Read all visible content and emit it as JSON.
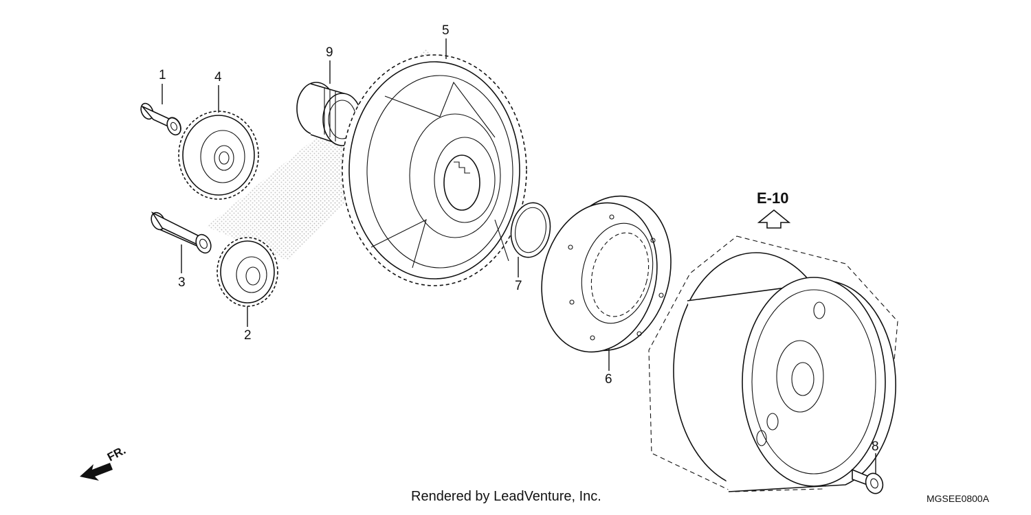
{
  "diagram": {
    "callouts": [
      "1",
      "2",
      "3",
      "4",
      "5",
      "6",
      "7",
      "8",
      "9"
    ],
    "reference": "E-10",
    "direction_label": "FR.",
    "credit": "Rendered by LeadVenture, Inc.",
    "drawing_code": "MGSEE0800A"
  }
}
